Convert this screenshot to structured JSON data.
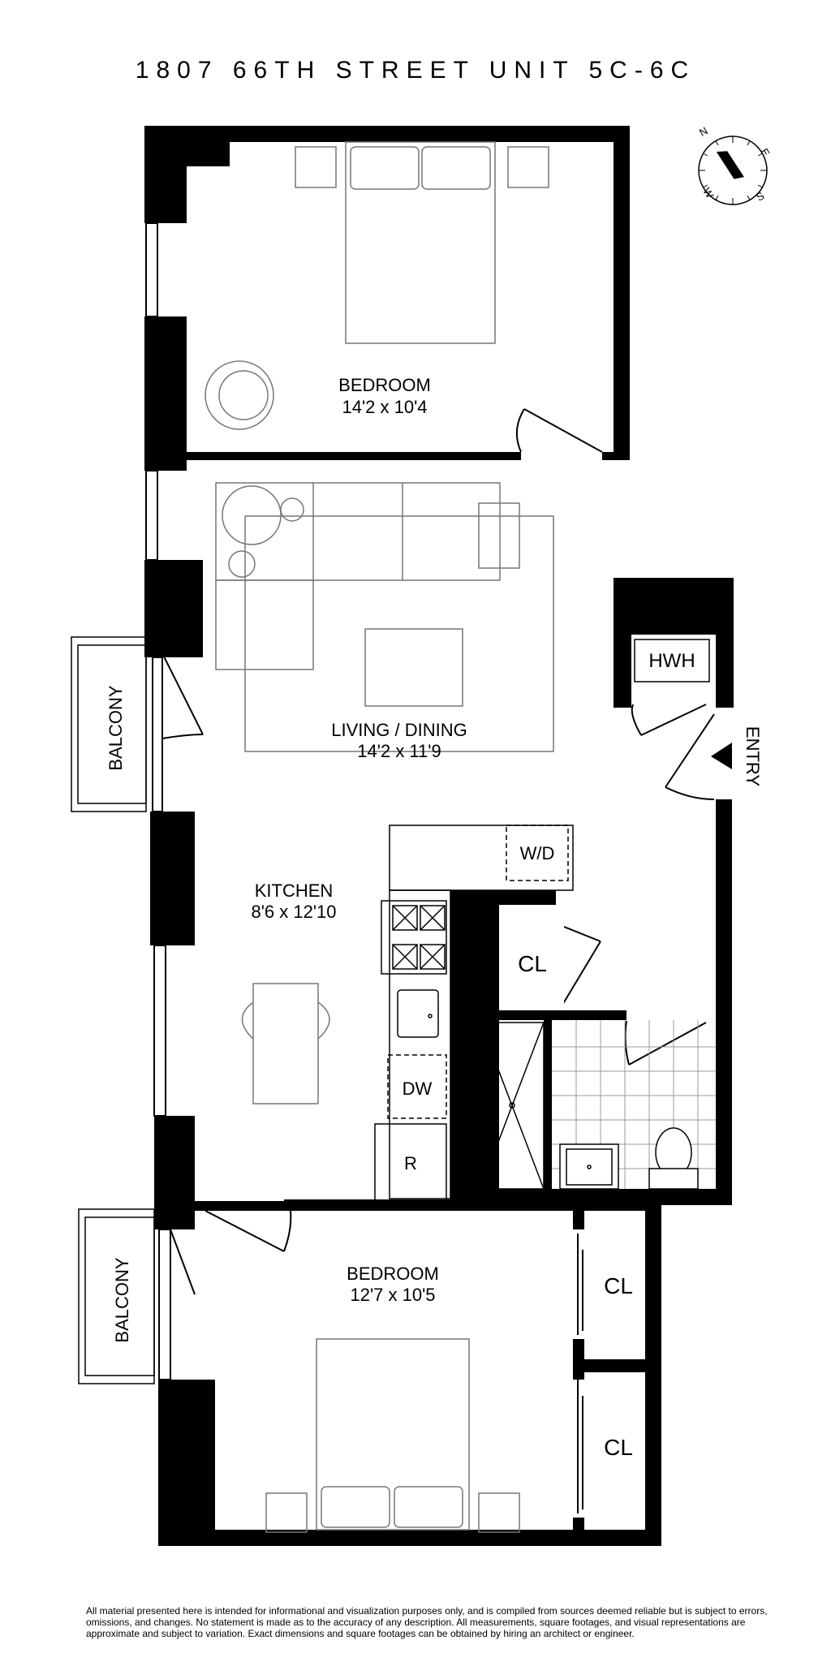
{
  "title": "1807 66TH STREET UNIT 5C-6C",
  "compass": {
    "north": "N",
    "south": "S",
    "east": "E",
    "west": "W"
  },
  "rooms": {
    "bedroom_top": {
      "name": "BEDROOM",
      "dims": "14'2 x 10'4"
    },
    "living": {
      "name": "LIVING / DINING",
      "dims": "14'2 x 11'9"
    },
    "kitchen": {
      "name": "KITCHEN",
      "dims": "8'6 x 12'10"
    },
    "bedroom_bottom": {
      "name": "BEDROOM",
      "dims": "12'7 x 10'5"
    }
  },
  "fixtures": {
    "hwh": "HWH",
    "wd": "W/D",
    "dw": "DW",
    "r": "R",
    "closet_hall": "CL",
    "closet_bed_1": "CL",
    "closet_bed_2": "CL"
  },
  "labels": {
    "balcony_top": "BALCONY",
    "balcony_bottom": "BALCONY",
    "entry": "ENTRY"
  },
  "disclaimer": "All material presented here is intended for informational and visualization purposes only, and is compiled from sources deemed reliable but is subject to errors, omissions, and changes. No statement is made as to the accuracy of any description. All measurements, square footages, and visual representations are approximate and subject to variation. Exact dimensions and square footages can be obtained by hiring an architect or engineer."
}
